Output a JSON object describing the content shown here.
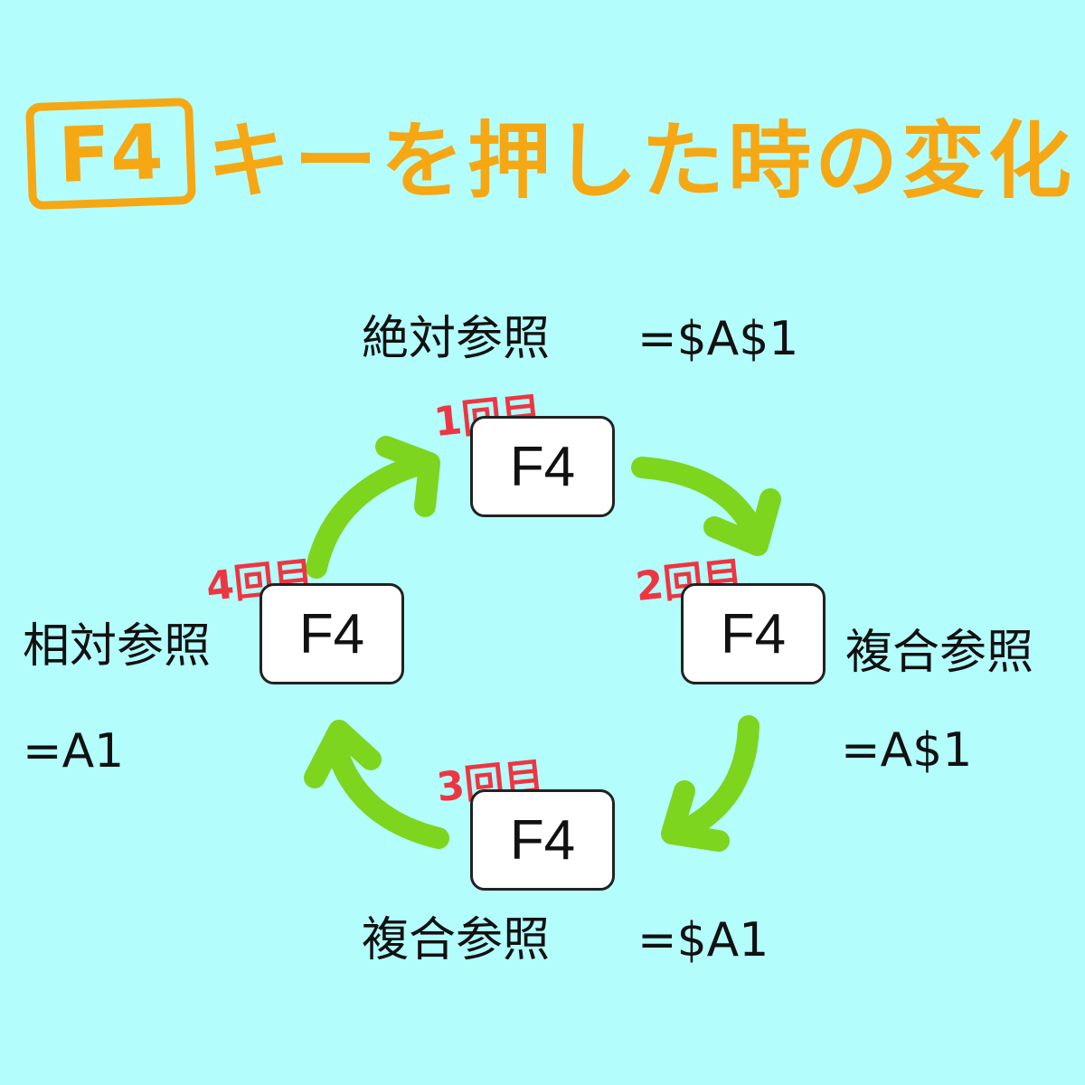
{
  "title": {
    "key_label": "F4",
    "text": "キーを押した時の変化"
  },
  "colors": {
    "background": "#b3fefd",
    "title": "#f5a814",
    "arrow": "#7dd51e",
    "count": "#ee3542",
    "key_fill": "#ffffff",
    "key_border": "#222222"
  },
  "keys": {
    "top": "F4",
    "right": "F4",
    "bottom": "F4",
    "left": "F4"
  },
  "counts": {
    "first": "1回目",
    "second": "2回目",
    "third": "3回目",
    "fourth": "4回目"
  },
  "states": {
    "top": {
      "name": "絶対参照",
      "formula": "=$A$1"
    },
    "right": {
      "name": "複合参照",
      "formula": "=A$1"
    },
    "bottom": {
      "name": "複合参照",
      "formula": "=$A1"
    },
    "left": {
      "name": "相対参照",
      "formula": "=A1"
    }
  },
  "arrows": [
    "top-to-right",
    "right-to-bottom",
    "bottom-to-left",
    "left-to-top"
  ]
}
